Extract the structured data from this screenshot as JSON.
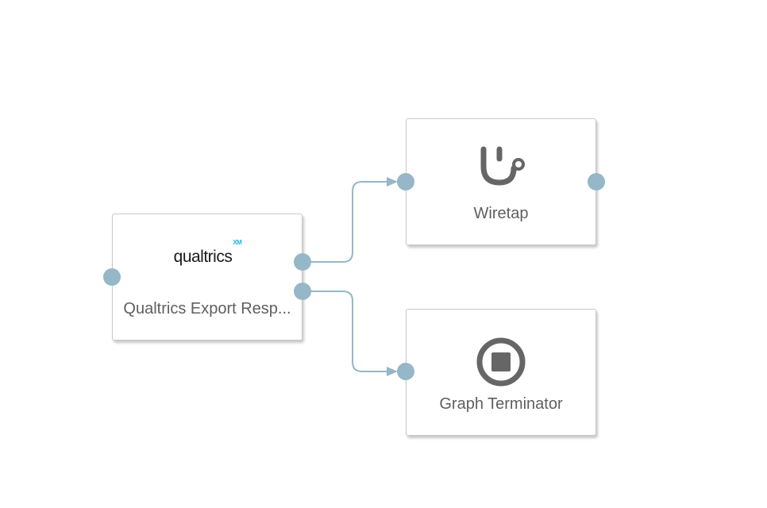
{
  "nodes": {
    "qualtrics": {
      "label": "Qualtrics Export Resp...",
      "logo_text": "qualtrics",
      "logo_sup": "XM",
      "icon": "qualtrics-logo"
    },
    "wiretap": {
      "label": "Wiretap",
      "icon": "stethoscope-icon"
    },
    "terminator": {
      "label": "Graph Terminator",
      "icon": "stop-circle-icon"
    }
  },
  "colors": {
    "port": "#95b7c7",
    "connector": "#95b7c7",
    "icon": "#666666",
    "label": "#5f5f5f",
    "logo_accent": "#21b3e6"
  }
}
